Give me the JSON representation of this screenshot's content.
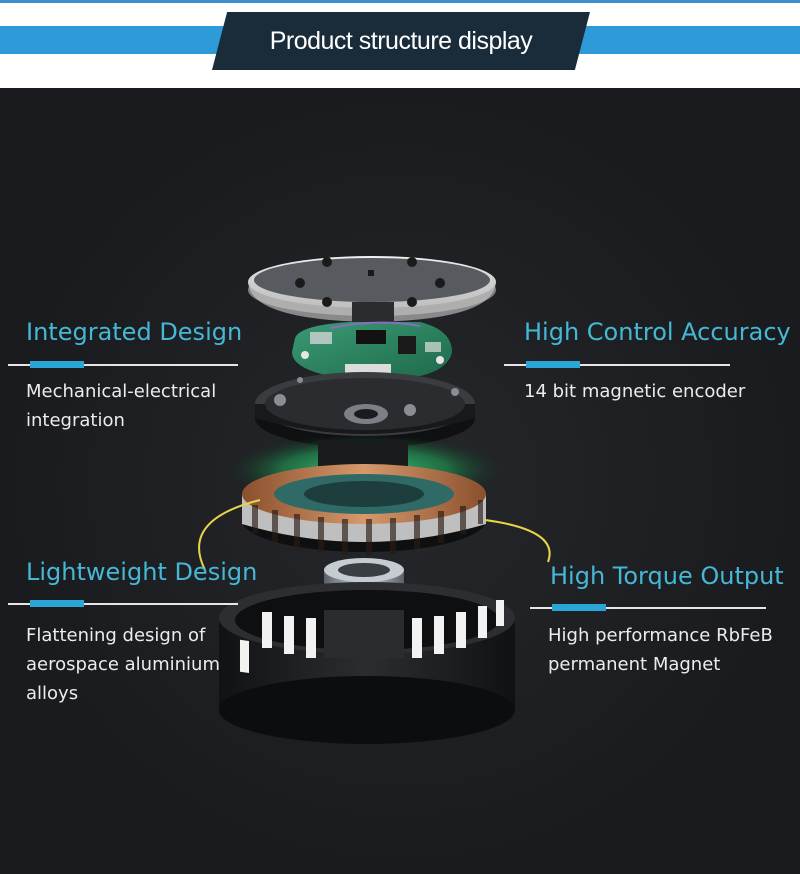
{
  "header": {
    "title": "Product structure display"
  },
  "features": {
    "integrated": {
      "title": "Integrated Design",
      "desc": [
        "Mechanical-electrical",
        "integration"
      ]
    },
    "accuracy": {
      "title": "High Control Accuracy",
      "desc": [
        "14 bit magnetic encoder"
      ]
    },
    "lightweight": {
      "title": "Lightweight Design",
      "desc": [
        "Flattening design of",
        "aerospace aluminium",
        "alloys"
      ]
    },
    "torque": {
      "title": "High Torque Output",
      "desc": [
        "High performance RbFeB",
        "permanent Magnet"
      ]
    }
  },
  "colors": {
    "accent_blue": "#2aa6d6",
    "title_cyan": "#45b8d6",
    "banner_dark": "#1a2c3a",
    "band_blue": "#2f9ad8",
    "background": "#1b1c1f"
  }
}
